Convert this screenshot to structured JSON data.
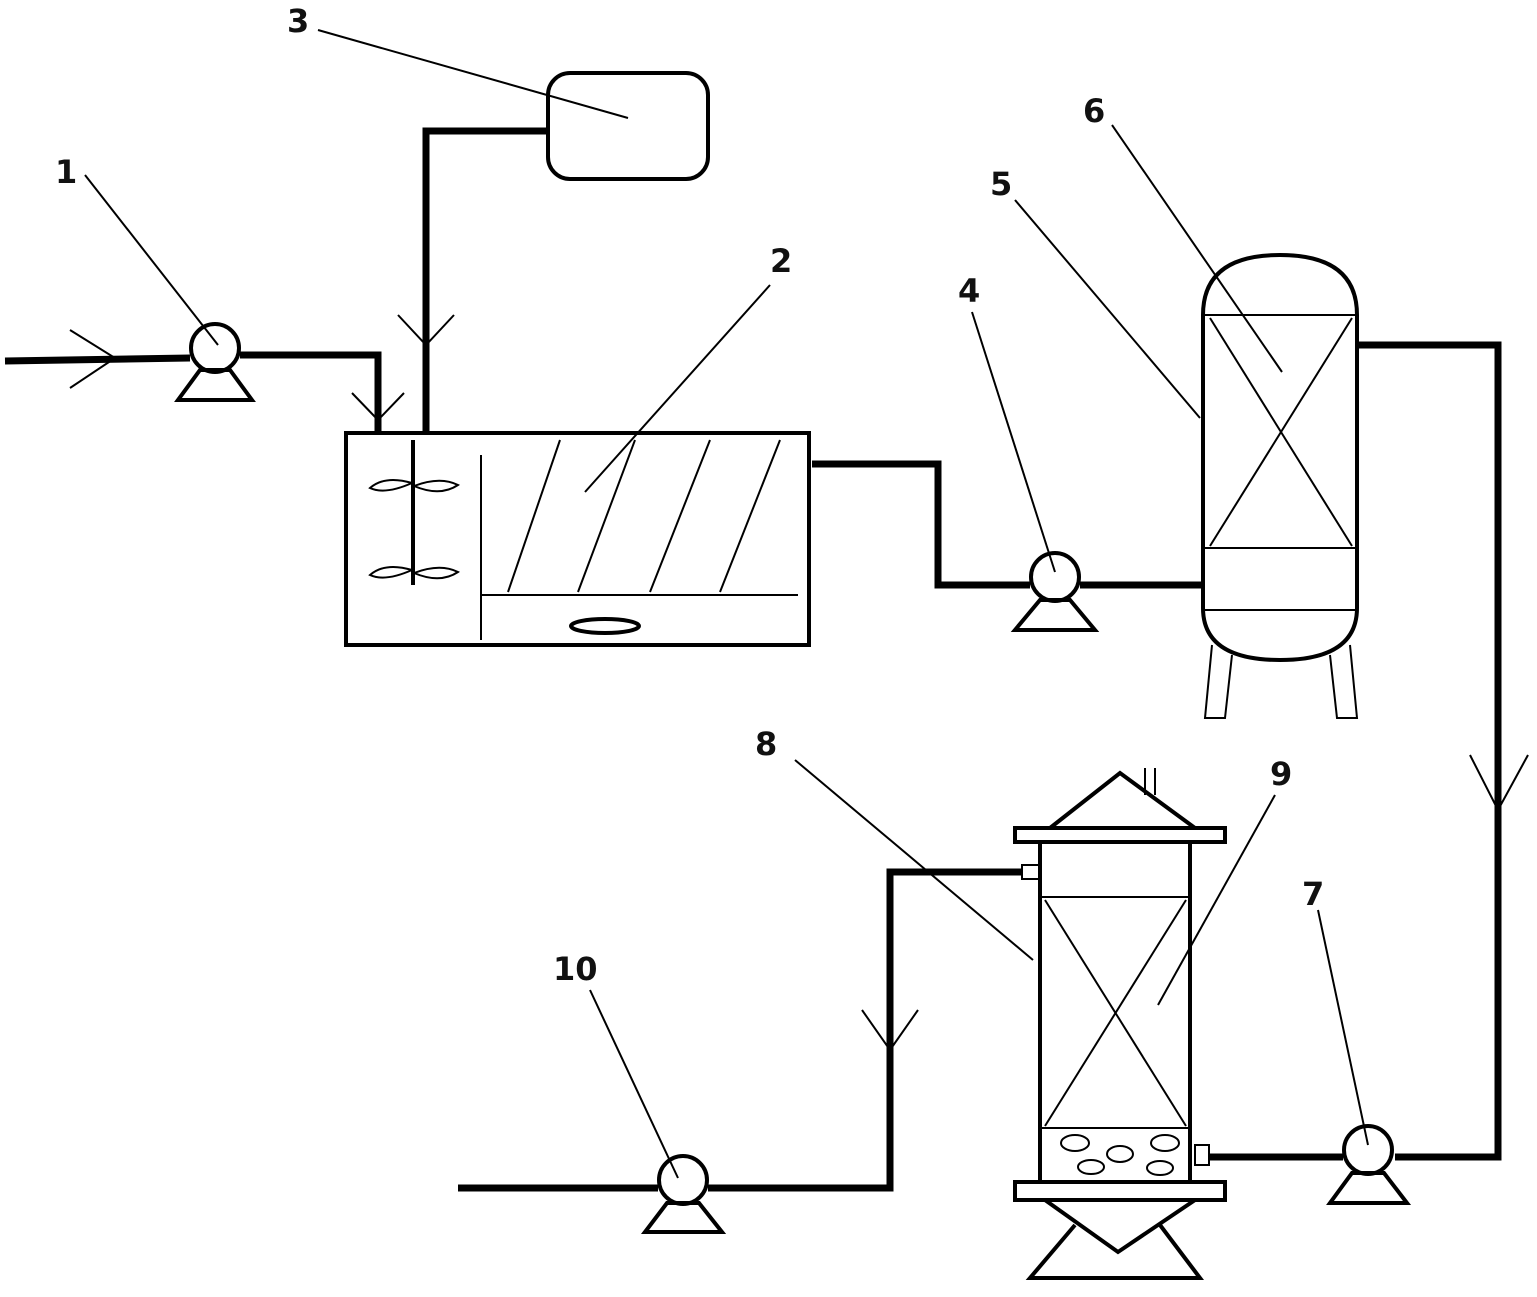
{
  "labels": {
    "l1": "1",
    "l2": "2",
    "l3": "3",
    "l4": "4",
    "l5": "5",
    "l6": "6",
    "l7": "7",
    "l8": "8",
    "l9": "9",
    "l10": "10"
  },
  "colors": {
    "line": "#000000",
    "background": "#ffffff"
  }
}
